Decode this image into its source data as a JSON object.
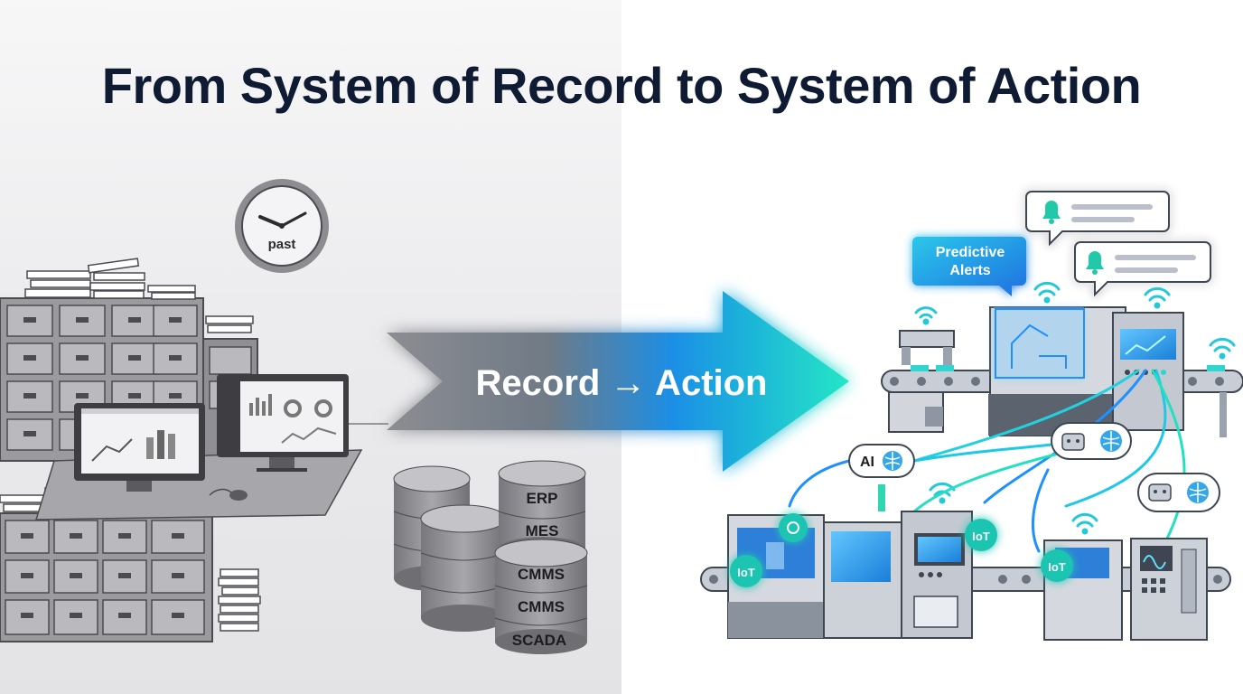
{
  "title": "From System of Record to System of Action",
  "clock": {
    "label": "past"
  },
  "arrow": {
    "label": "Record → Action"
  },
  "databases": [
    "ERP",
    "MES",
    "CMMS",
    "CMMS",
    "SCADA"
  ],
  "predictive": {
    "line1": "Predictive",
    "line2": "Alerts"
  },
  "badges": {
    "ai": "AI",
    "iot": "IoT"
  },
  "colors": {
    "navy": "#0f1a33",
    "accent_teal": "#23e0c0",
    "accent_blue": "#1e90ff",
    "gray": "#7b7b80"
  }
}
